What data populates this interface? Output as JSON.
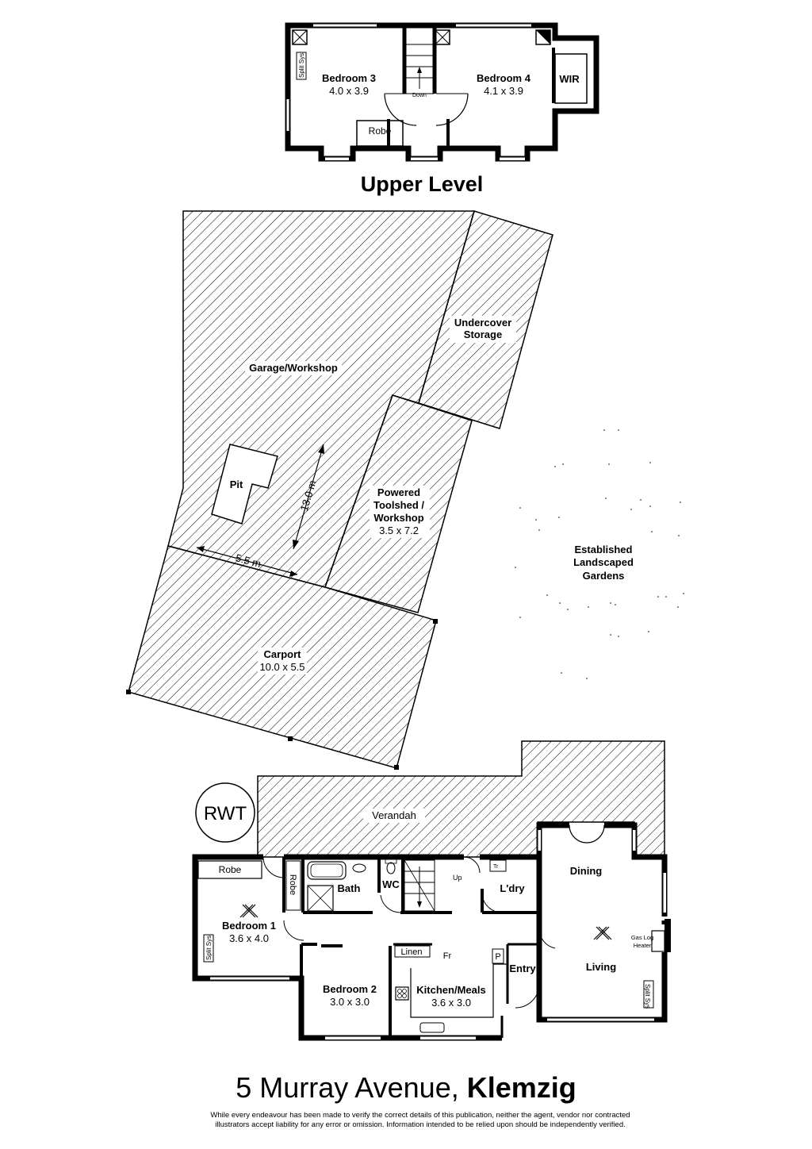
{
  "upper_level": {
    "heading": "Upper Level",
    "rooms": [
      {
        "name": "Bedroom 3",
        "size": "4.0 x 3.9"
      },
      {
        "name": "Bedroom 4",
        "size": "4.1 x 3.9"
      }
    ],
    "labels": {
      "wir": "WIR",
      "robe": "Robe",
      "split_sys": "Split Sys",
      "down": "Down"
    }
  },
  "outdoor": {
    "garage": "Garage/Workshop",
    "pit": "Pit",
    "dim_length": "13.0 m",
    "dim_width": "5.5 m",
    "undercover_line1": "Undercover",
    "undercover_line2": "Storage",
    "toolshed_line1": "Powered",
    "toolshed_line2": "Toolshed /",
    "toolshed_line3": "Workshop",
    "toolshed_size": "3.5 x 7.2",
    "gardens_line1": "Established",
    "gardens_line2": "Landscaped",
    "gardens_line3": "Gardens",
    "carport": "Carport",
    "carport_size": "10.0 x 5.5"
  },
  "ground_level": {
    "rwt": "RWT",
    "verandah": "Verandah",
    "robe": "Robe",
    "robe_vertical": "Robe",
    "bath": "Bath",
    "wc": "WC",
    "up": "Up",
    "laundry": "L'dry",
    "tr": "Tr",
    "dining": "Dining",
    "living": "Living",
    "gas_line1": "Gas Log",
    "gas_line2": "Heater",
    "split_sys": "Split Sys",
    "entry": "Entry",
    "linen": "Linen",
    "fr": "Fr",
    "p": "P",
    "bedroom1": "Bedroom 1",
    "bedroom1_size": "3.6 x 4.0",
    "bedroom2": "Bedroom 2",
    "bedroom2_size": "3.0 x 3.0",
    "kitchen": "Kitchen/Meals",
    "kitchen_size": "3.6 x 3.0"
  },
  "address": {
    "street": "5 Murray Avenue,",
    "suburb": "Klemzig"
  },
  "disclaimer_line1": "While every endeavour has been made to verify the correct details of this publication, neither the agent, vendor nor contracted",
  "disclaimer_line2": "illustrators accept liability for any error or omission. Information intended to be relied upon should be independently verified."
}
